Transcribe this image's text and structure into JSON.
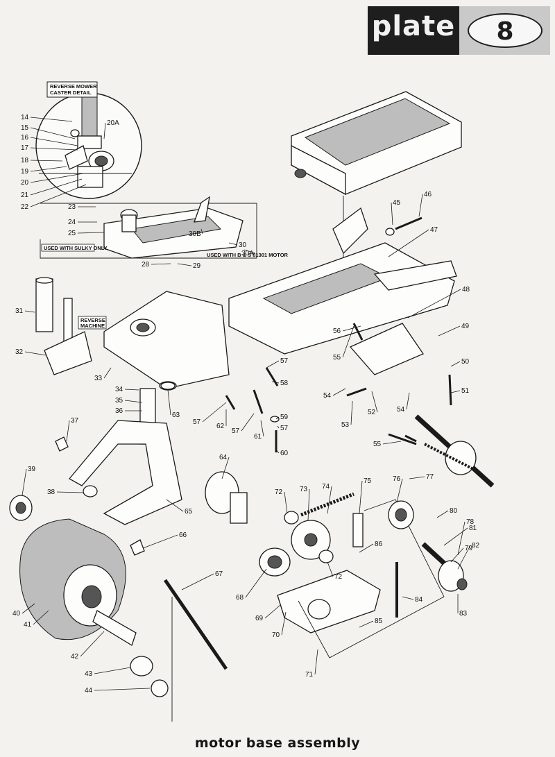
{
  "header": {
    "plate_word": "plate",
    "plate_number": "8"
  },
  "caption": "motor base assembly",
  "inset_boxes": {
    "caster_detail": "REVERSE MOWER CASTER DETAIL",
    "sulky_note": "USED WITH SULKY ONLY",
    "motor_note": "USED WITH B & S 81301 MOTOR",
    "reverse_machine": "REVERSE MACHINE"
  },
  "callouts": [
    "14",
    "15",
    "16",
    "17",
    "18",
    "19",
    "20",
    "20A",
    "21",
    "22",
    "23",
    "24",
    "25",
    "28",
    "29",
    "30",
    "30A",
    "30B",
    "31",
    "32",
    "33",
    "34",
    "35",
    "36",
    "37",
    "38",
    "39",
    "40",
    "41",
    "42",
    "43",
    "44",
    "45",
    "46",
    "47",
    "48",
    "49",
    "50",
    "51",
    "52",
    "53",
    "54",
    "54",
    "55",
    "55",
    "56",
    "57",
    "57",
    "57",
    "57",
    "58",
    "59",
    "60",
    "61",
    "62",
    "63",
    "64",
    "65",
    "66",
    "67",
    "68",
    "69",
    "70",
    "71",
    "72",
    "72",
    "73",
    "74",
    "75",
    "76",
    "77",
    "78",
    "79",
    "80",
    "81",
    "82",
    "83",
    "84",
    "85",
    "86"
  ]
}
